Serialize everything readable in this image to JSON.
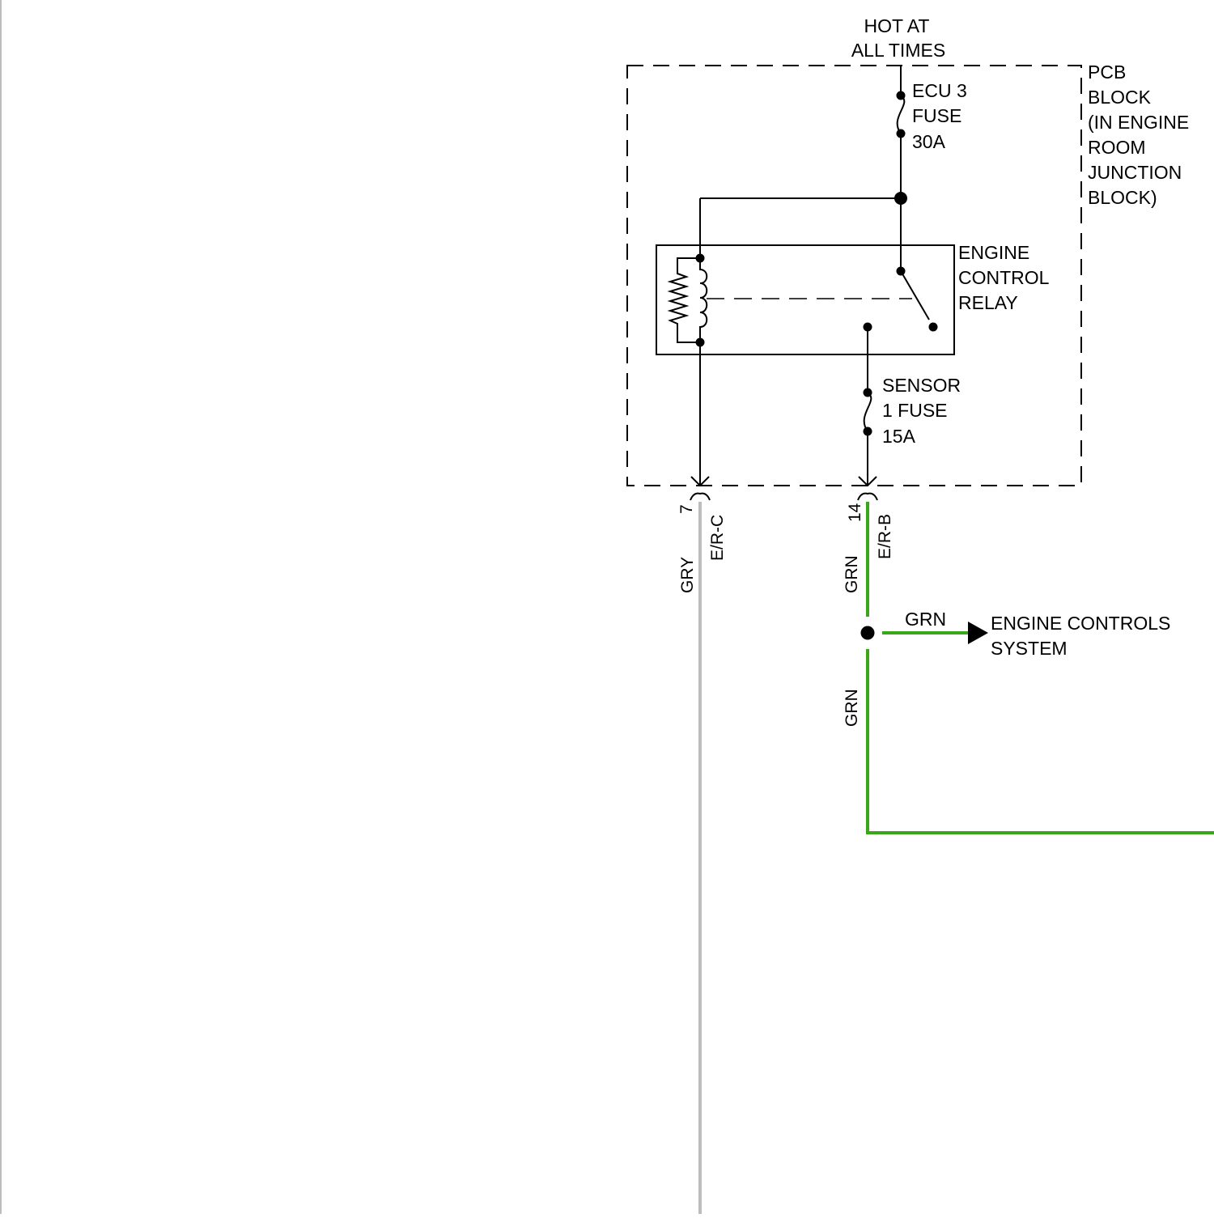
{
  "colors": {
    "line": "#000000",
    "wire_gry": "#bdbdbd",
    "wire_grn": "#3aa61a",
    "left_border": "#bdbdbd",
    "background": "#ffffff"
  },
  "power_source": {
    "line1": "HOT AT",
    "line2": "ALL TIMES"
  },
  "pcb_block": {
    "lines": [
      "PCB",
      "BLOCK",
      "(IN ENGINE",
      "ROOM",
      "JUNCTION",
      "BLOCK)"
    ]
  },
  "ecu3_fuse": {
    "line1": "ECU 3",
    "line2": "FUSE",
    "line3": "30A"
  },
  "relay": {
    "line1": "ENGINE",
    "line2": "CONTROL",
    "line3": "RELAY"
  },
  "sensor_fuse": {
    "line1": "SENSOR",
    "line2": "1 FUSE",
    "line3": "15A"
  },
  "connector_left": {
    "pin": "7",
    "connector": "E/R-C",
    "wire_color": "GRY"
  },
  "connector_right": {
    "pin": "14",
    "connector": "E/R-B",
    "wire_color_upper": "GRN",
    "wire_color_lower": "GRN"
  },
  "branch": {
    "wire_color": "GRN",
    "destination_line1": "ENGINE CONTROLS",
    "destination_line2": "SYSTEM"
  }
}
